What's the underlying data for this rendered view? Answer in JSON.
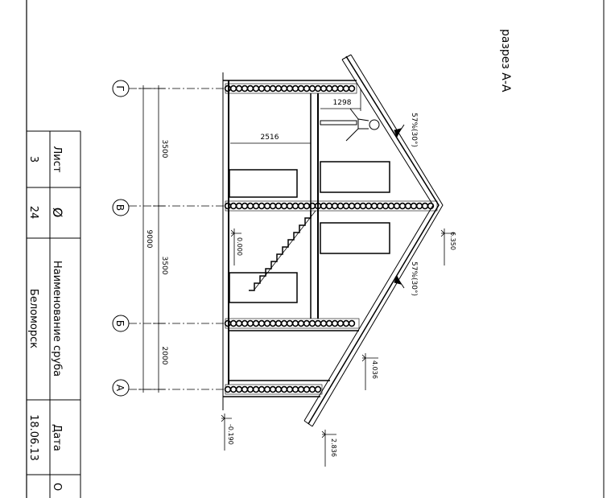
{
  "title": "разрез А-А",
  "title_block": {
    "sheet_label": "Лист",
    "sheet_value": "3",
    "symbol": "Ø",
    "symbol_value": "24",
    "name_label": "Наименование сруба",
    "name_value": "Беломорск",
    "date_label": "Дата",
    "date_value": "18.06.13",
    "cut_label": "О"
  },
  "axes": [
    "Г",
    "В",
    "Б",
    "А"
  ],
  "dimensions": {
    "overall": "9000",
    "spans": [
      "3500",
      "3500",
      "2000"
    ],
    "room_width": "2516",
    "attic_height": "1298"
  },
  "roof_slopes": [
    "57%(30°)",
    "57%(30°)"
  ],
  "elevations": {
    "ridge": "6.350",
    "eave_upper": "4.036",
    "eave_lower": "2.836",
    "floor": "0.000",
    "ground": "-0.190"
  },
  "colors": {
    "line": "#000000",
    "background": "#ffffff"
  }
}
